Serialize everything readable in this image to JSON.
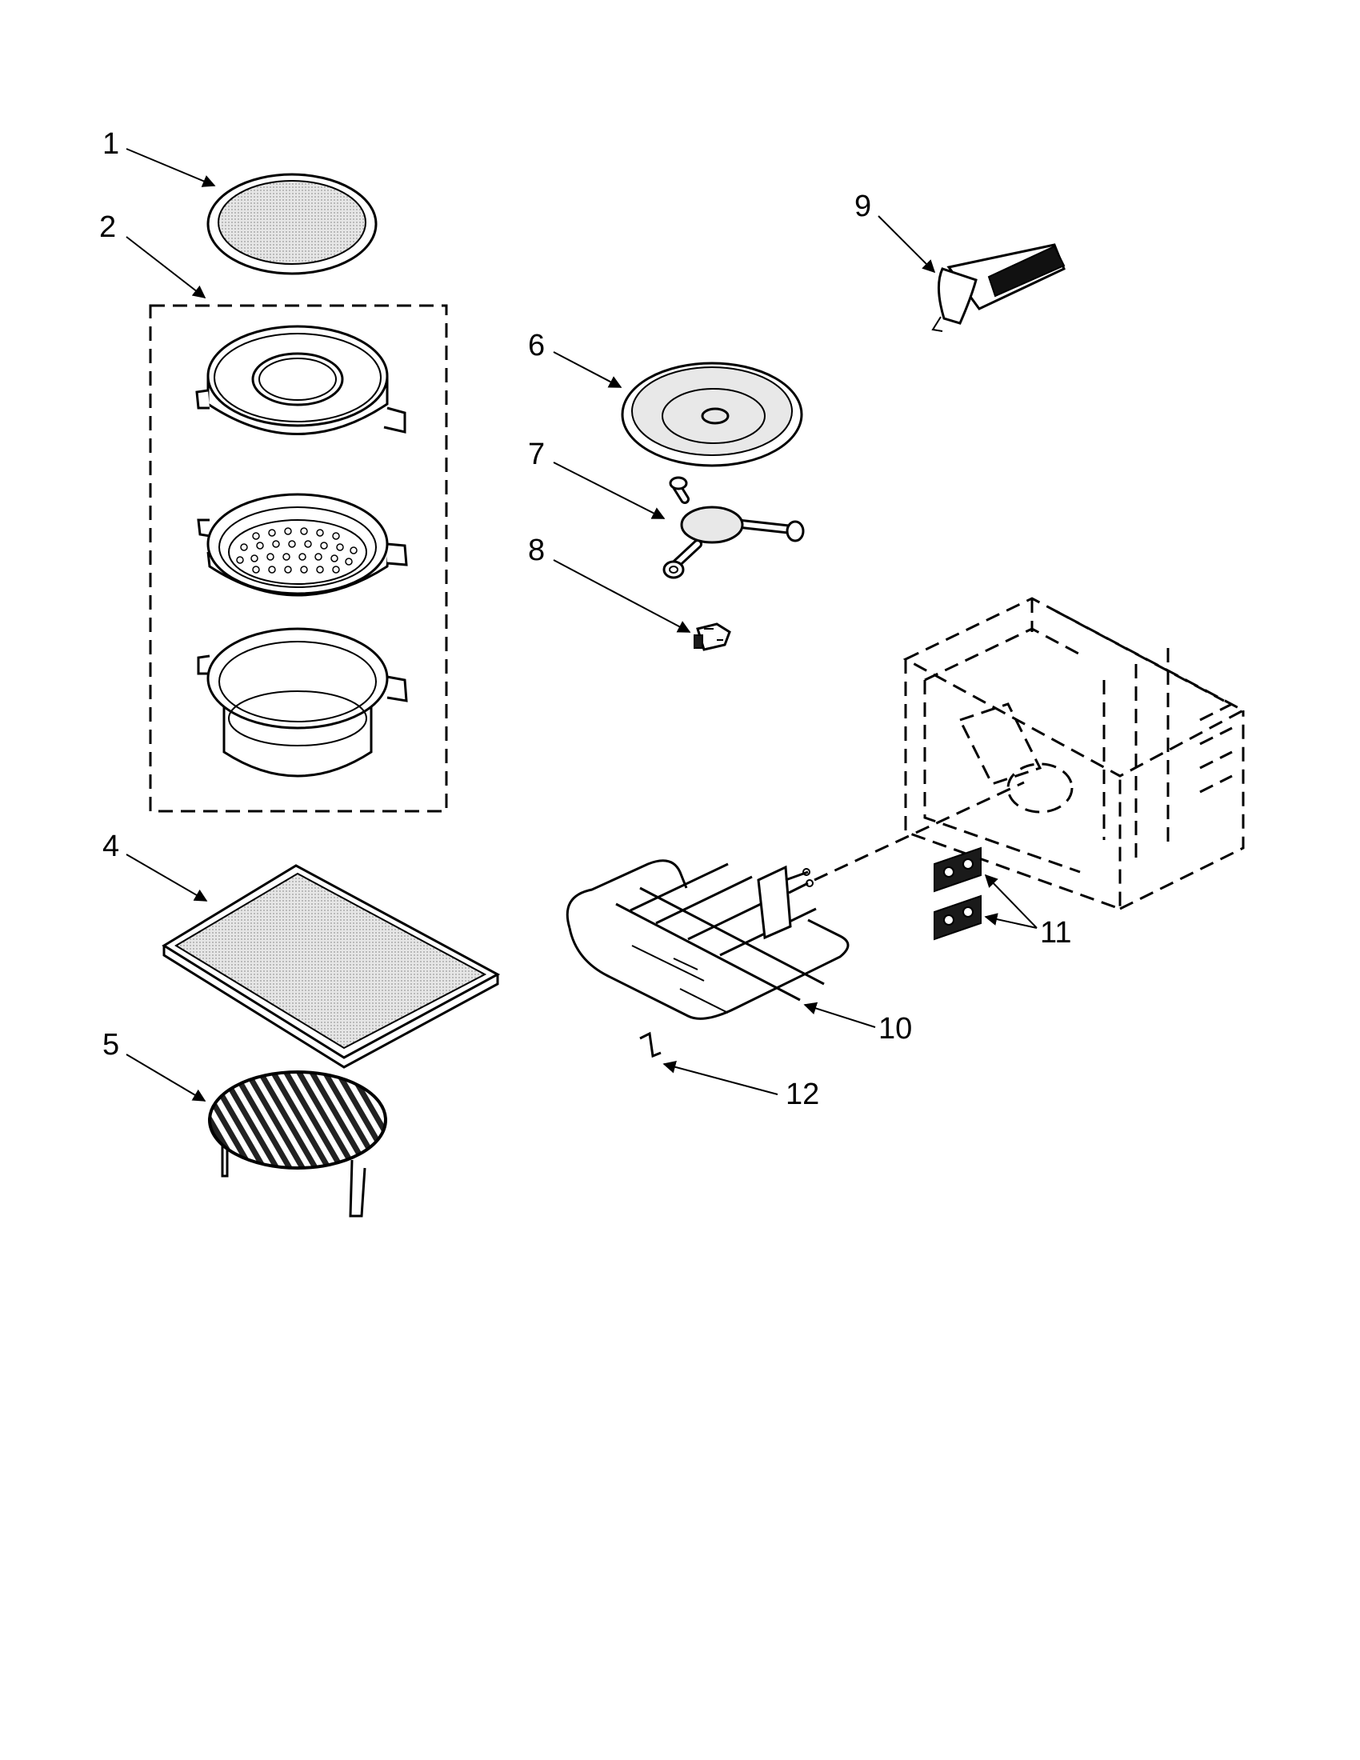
{
  "callouts": {
    "c1": "1",
    "c2": "2",
    "c4": "4",
    "c5": "5",
    "c6": "6",
    "c7": "7",
    "c8": "8",
    "c9": "9",
    "c10": "10",
    "c11": "11",
    "c12": "12"
  }
}
